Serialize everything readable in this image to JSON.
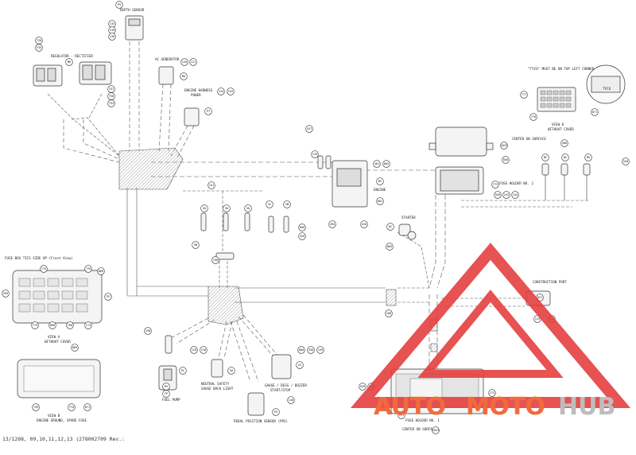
{
  "labels": {
    "depth_sensor": "DEPTH SENSOR",
    "regulator": "REGULATOR - RECTIFIER",
    "ac_generator": "AC GENERATOR",
    "engine_harness": "ENGINE HARNESS",
    "power": "POWER",
    "view_d": "VIEW D",
    "without_cover": "WITHOUT COVER",
    "tyco_note": "\"TYCO\" MUST BE ON TOP LEFT CORNER",
    "tyco": "TYCO",
    "center_on_surface_top": "CENTER ON SURFACE",
    "fuse_holder_2": "FUSE HOLDER NO. 2",
    "fuse_box": "FUSE BOX TICS SIDE UP (Front View)",
    "view_a": "VIEW A",
    "without_cover_a": "WITHOUT COVER",
    "view_b": "VIEW B",
    "engine_ground": "ENGINE GROUND, SPARE FUSE",
    "engine": "ENGINE",
    "starter": "STARTER",
    "construction_port": "CONSTRUCTION PORT",
    "fuel_pump": "FUEL PUMP",
    "neutral_safety": "NEUTRAL SAFETY",
    "gauge_back_light": "GAUGE BACK LIGHT",
    "gauge_start": "GAUGE / DESS / BUZZER",
    "start_stop": "START/STOP",
    "pedal_sensor": "PEDAL POSITION SENSOR (PPS)",
    "fuse_holder_1": "FUSE HOLDER NO. 1",
    "center_on_surface_bottom": "CENTER ON SURFACE"
  },
  "callouts": [
    {
      "id": "c_p9",
      "text": "P9"
    },
    {
      "id": "c_135",
      "text": "135"
    },
    {
      "id": "c_130",
      "text": "130"
    },
    {
      "id": "c_136",
      "text": "136"
    },
    {
      "id": "c_720",
      "text": "720"
    },
    {
      "id": "c_f35",
      "text": "F35"
    },
    {
      "id": "c_mr",
      "text": "MR"
    },
    {
      "id": "c_757",
      "text": "757"
    },
    {
      "id": "c_756",
      "text": "756"
    },
    {
      "id": "c_754",
      "text": "754"
    },
    {
      "id": "c_120",
      "text": "120"
    },
    {
      "id": "c_121",
      "text": "121"
    },
    {
      "id": "c_ma",
      "text": "MA"
    },
    {
      "id": "c_134",
      "text": "134"
    },
    {
      "id": "c_132",
      "text": "132"
    },
    {
      "id": "c_p7",
      "text": "P7"
    },
    {
      "id": "c_777",
      "text": "777"
    },
    {
      "id": "c_778",
      "text": "778"
    },
    {
      "id": "c_871",
      "text": "871"
    },
    {
      "id": "c_2025",
      "text": "2025"
    },
    {
      "id": "c_850",
      "text": "850"
    },
    {
      "id": "c_772",
      "text": "772"
    },
    {
      "id": "c_949",
      "text": "949"
    },
    {
      "id": "c_243",
      "text": "243"
    },
    {
      "id": "c_244",
      "text": "244"
    },
    {
      "id": "c_300",
      "text": "300"
    },
    {
      "id": "c_bf",
      "text": "BF"
    },
    {
      "id": "c_bc",
      "text": "BC"
    },
    {
      "id": "c_bs",
      "text": "BS"
    },
    {
      "id": "c_520",
      "text": "520"
    },
    {
      "id": "c_437",
      "text": "437"
    },
    {
      "id": "c_139",
      "text": "139"
    },
    {
      "id": "c_401",
      "text": "401"
    },
    {
      "id": "c_602",
      "text": "602"
    },
    {
      "id": "c_mi",
      "text": "MI"
    },
    {
      "id": "c_801",
      "text": "801"
    },
    {
      "id": "c_494",
      "text": "494"
    },
    {
      "id": "c_420",
      "text": "420"
    },
    {
      "id": "c_131",
      "text": "131"
    },
    {
      "id": "c_so",
      "text": "SO"
    },
    {
      "id": "c_sh",
      "text": "SH"
    },
    {
      "id": "c_sk",
      "text": "SK"
    },
    {
      "id": "c_sl",
      "text": "SL"
    },
    {
      "id": "c_sm",
      "text": "SM"
    },
    {
      "id": "c_090",
      "text": "090"
    },
    {
      "id": "c_420b",
      "text": "420"
    },
    {
      "id": "c_198",
      "text": "198"
    },
    {
      "id": "c_0c",
      "text": "0C"
    },
    {
      "id": "c_003",
      "text": "003"
    },
    {
      "id": "c_sn",
      "text": "SN"
    },
    {
      "id": "c_775",
      "text": "775"
    },
    {
      "id": "c_776",
      "text": "776"
    },
    {
      "id": "c_889",
      "text": "889"
    },
    {
      "id": "c_595",
      "text": "595"
    },
    {
      "id": "c_797",
      "text": "797"
    },
    {
      "id": "c_773",
      "text": "773"
    },
    {
      "id": "c_866",
      "text": "866"
    },
    {
      "id": "c_768",
      "text": "768"
    },
    {
      "id": "c_774",
      "text": "774"
    },
    {
      "id": "c_188",
      "text": "188"
    },
    {
      "id": "c_821",
      "text": "821"
    },
    {
      "id": "c_125",
      "text": "125"
    },
    {
      "id": "c_126",
      "text": "126"
    },
    {
      "id": "c_196",
      "text": "196"
    },
    {
      "id": "c_128",
      "text": "128"
    },
    {
      "id": "c_118",
      "text": "118"
    },
    {
      "id": "c_pl",
      "text": "PL"
    },
    {
      "id": "c_rv",
      "text": "RV"
    },
    {
      "id": "c_fp",
      "text": "FP"
    },
    {
      "id": "c_sa",
      "text": "SA"
    },
    {
      "id": "c_680",
      "text": "680"
    },
    {
      "id": "c_330",
      "text": "330"
    },
    {
      "id": "c_159",
      "text": "159"
    },
    {
      "id": "c_ss",
      "text": "SS"
    },
    {
      "id": "c_140",
      "text": "140"
    },
    {
      "id": "c_p5",
      "text": "P5"
    },
    {
      "id": "c_869",
      "text": "869"
    },
    {
      "id": "c_770",
      "text": "770"
    },
    {
      "id": "c_871b",
      "text": "871"
    },
    {
      "id": "c_799",
      "text": "799"
    },
    {
      "id": "c_920",
      "text": "920"
    },
    {
      "id": "c_870",
      "text": "870"
    },
    {
      "id": "c_273",
      "text": "273"
    },
    {
      "id": "c_pf1",
      "text": "PF1"
    },
    {
      "id": "c_2023",
      "text": "2023"
    }
  ],
  "footer": "13/1208, 09,10,11,12,13 (278002709 Rev.:",
  "watermark": {
    "auto": "AUTO",
    "moto": "MOTO",
    "hub": "HUB"
  },
  "colors": {
    "line": "#444444",
    "watermark_red": "#e43a3a",
    "watermark_orange": "#f26a3c",
    "watermark_gray": "#bdbdbd"
  }
}
